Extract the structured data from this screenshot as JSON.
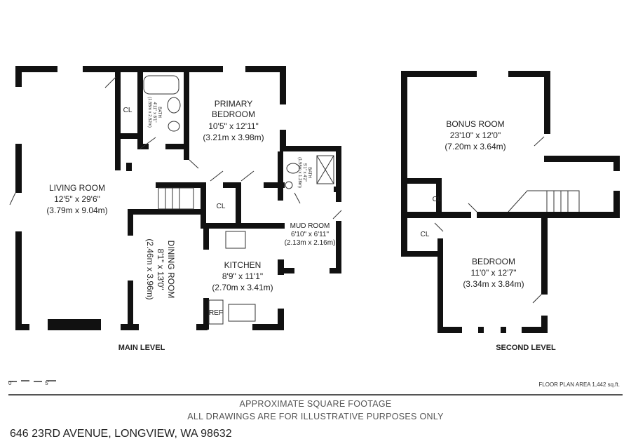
{
  "main_level": {
    "title": "MAIN LEVEL",
    "rooms": {
      "living": {
        "name": "LIVING ROOM",
        "dim_ft": "12'5\" x 29'6\"",
        "dim_m": "(3.79m x 9.04m)"
      },
      "primary": {
        "name1": "PRIMARY",
        "name2": "BEDROOM",
        "dim_ft": "10'5\" x 12'11\"",
        "dim_m": "(3.21m x 3.98m)"
      },
      "bath1": {
        "name": "BATH",
        "dim_ft": "4'11\" x 8'1\"",
        "dim_m": "(1.55m x 2.52m)"
      },
      "bath2": {
        "name": "BATH",
        "dim_ft": "5'1\" x 4'2\"",
        "dim_m": "(1.55m x 1.28m)"
      },
      "dining": {
        "name": "DINING ROOM",
        "dim_ft": "8'1\" x 13'0\"",
        "dim_m": "(2.46m x 3.96m)"
      },
      "kitchen": {
        "name": "KITCHEN",
        "dim_ft": "8'9\" x 11'1\"",
        "dim_m": "(2.70m x 3.41m)"
      },
      "mud": {
        "name": "MUD ROOM",
        "dim_ft": "6'10\" x 6'11\"",
        "dim_m": "(2.13m x 2.16m)"
      },
      "cl1": "CL",
      "cl2": "CL",
      "ref": "REF"
    }
  },
  "second_level": {
    "title": "SECOND LEVEL",
    "rooms": {
      "bonus": {
        "name": "BONUS ROOM",
        "dim_ft": "23'10\" x 12'0\"",
        "dim_m": "(7.20m x 3.64m)"
      },
      "bedroom": {
        "name": "BEDROOM",
        "dim_ft": "11'0\" x 12'7\"",
        "dim_m": "(3.34m x 3.84m)"
      },
      "cl1": "CL",
      "cl2": "CL"
    }
  },
  "scale": {
    "start": "0'",
    "end": "5'"
  },
  "floor_plan_area": "FLOOR PLAN AREA 1,442 sq.ft.",
  "footer": {
    "line1": "APPROXIMATE SQUARE FOOTAGE",
    "line2": "ALL DRAWINGS ARE FOR ILLUSTRATIVE PURPOSES ONLY",
    "address": "646 23RD AVENUE, LONGVIEW, WA 98632"
  }
}
